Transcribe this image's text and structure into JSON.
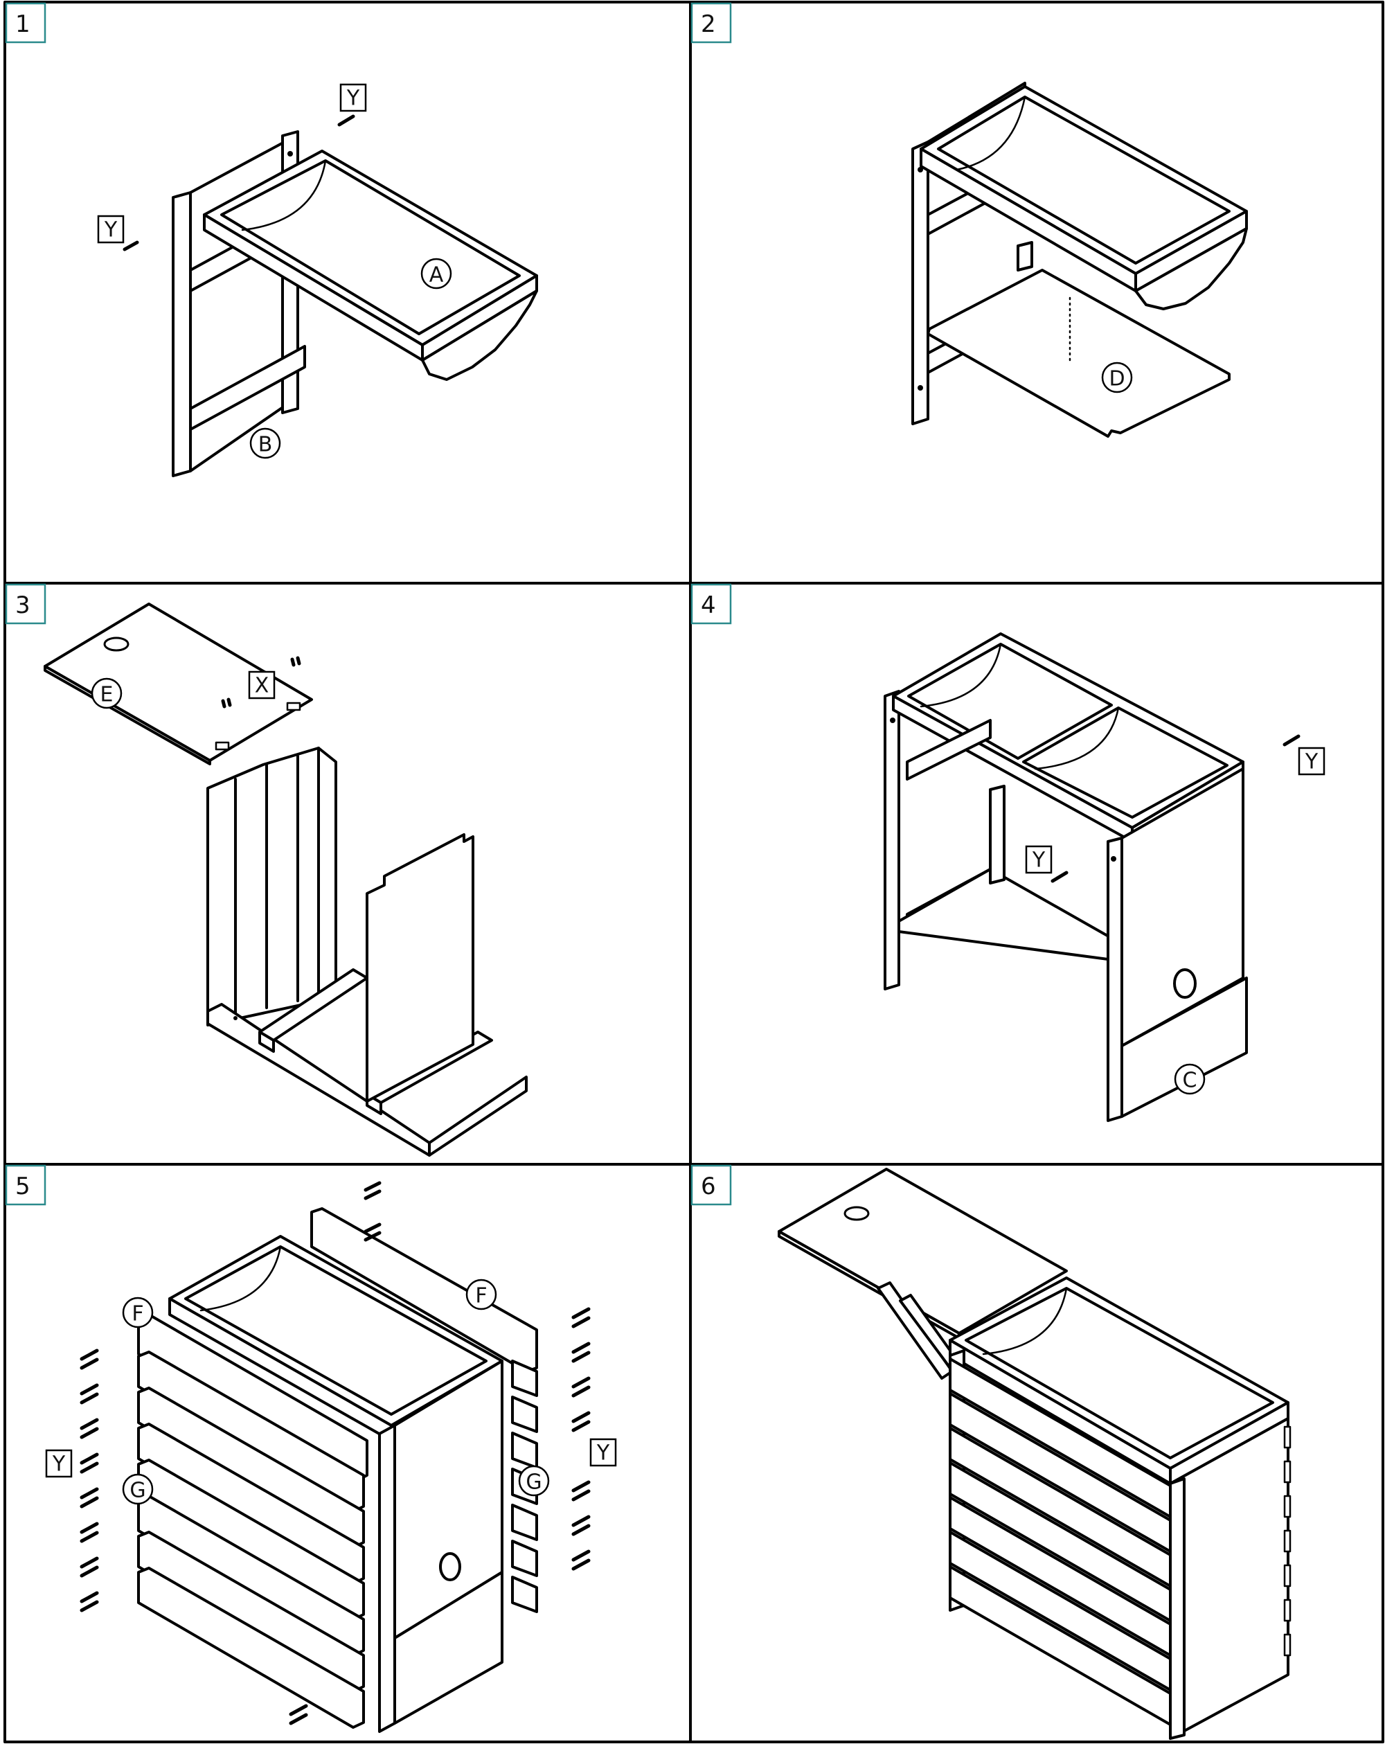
{
  "panels": [
    {
      "number": "1",
      "labels": {
        "A": "A",
        "B": "B",
        "Y1": "Y",
        "Y2": "Y"
      }
    },
    {
      "number": "2",
      "labels": {
        "D": "D"
      }
    },
    {
      "number": "3",
      "labels": {
        "E": "E",
        "X": "X"
      }
    },
    {
      "number": "4",
      "labels": {
        "Y1": "Y",
        "Y2": "Y",
        "C": "C"
      }
    },
    {
      "number": "5",
      "labels": {
        "F1": "F",
        "F2": "F",
        "G1": "G",
        "G2": "G",
        "Y1": "Y",
        "Y2": "Y"
      }
    },
    {
      "number": "6",
      "labels": {}
    }
  ],
  "colors": {
    "line": "#000000",
    "panel_number_box": "#2a8a8c",
    "background": "#ffffff"
  }
}
